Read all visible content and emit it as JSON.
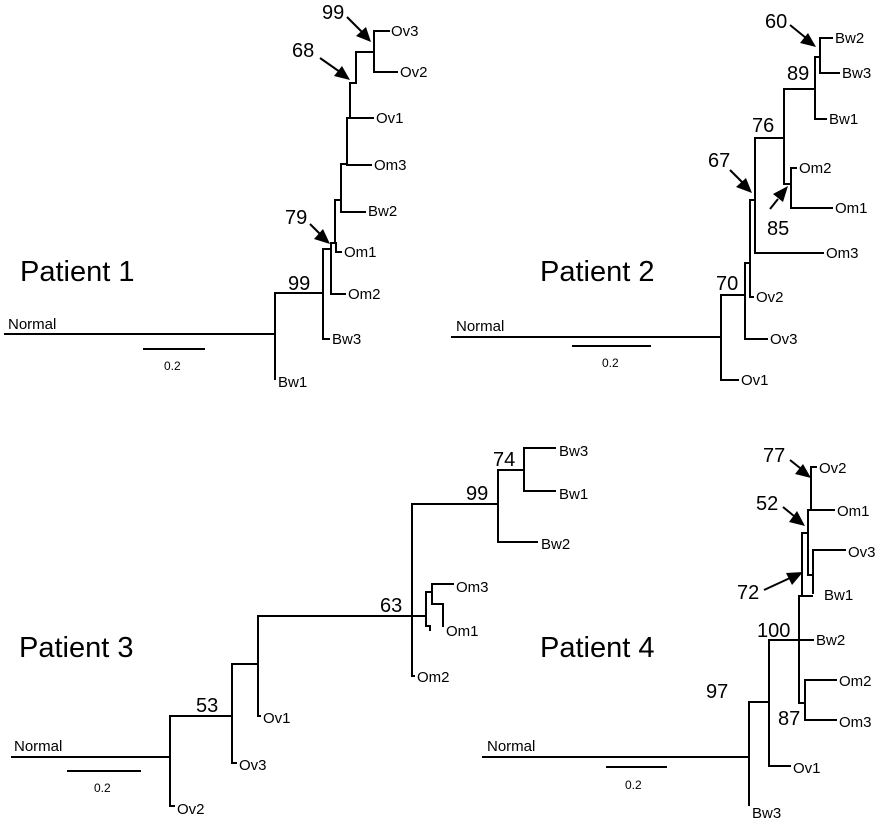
{
  "panels": [
    {
      "title": "Patient 1",
      "root_label": "Normal",
      "scale_label": "0.2",
      "leaves": [
        "Ov3",
        "Ov2",
        "Ov1",
        "Om3",
        "Bw2",
        "Om1",
        "Om2",
        "Bw3",
        "Bw1"
      ],
      "bootstrap": [
        "99",
        "68",
        "79",
        "99"
      ]
    },
    {
      "title": "Patient 2",
      "root_label": "Normal",
      "scale_label": "0.2",
      "leaves": [
        "Bw2",
        "Bw3",
        "Bw1",
        "Om2",
        "Om1",
        "Om3",
        "Ov2",
        "Ov3",
        "Ov1"
      ],
      "bootstrap": [
        "60",
        "89",
        "76",
        "67",
        "85",
        "70"
      ]
    },
    {
      "title": "Patient 3",
      "root_label": "Normal",
      "scale_label": "0.2",
      "leaves": [
        "Bw3",
        "Bw1",
        "Bw2",
        "Om3",
        "Om1",
        "Om2",
        "Ov1",
        "Ov3",
        "Ov2"
      ],
      "bootstrap": [
        "74",
        "99",
        "63",
        "53"
      ]
    },
    {
      "title": "Patient 4",
      "root_label": "Normal",
      "scale_label": "0.2",
      "leaves": [
        "Ov2",
        "Om1",
        "Ov3",
        "Bw1",
        "Bw2",
        "Om2",
        "Om3",
        "Ov1",
        "Bw3"
      ],
      "bootstrap": [
        "77",
        "52",
        "72",
        "100",
        "87",
        "97"
      ]
    }
  ]
}
